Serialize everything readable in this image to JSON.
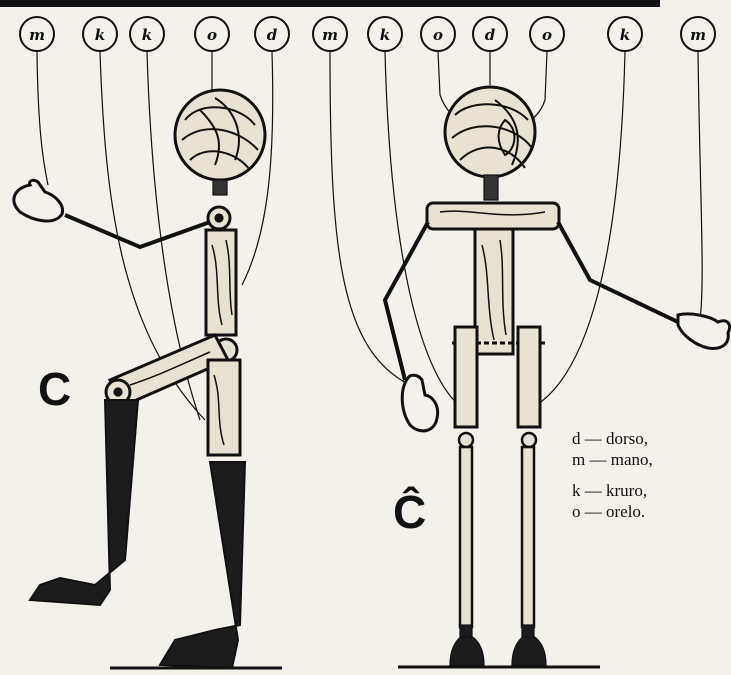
{
  "string_labels_left": [
    "m",
    "k",
    "k",
    "o",
    "d"
  ],
  "string_labels_right": [
    "m",
    "k",
    "o",
    "d",
    "o",
    "k",
    "m"
  ],
  "figure_left_letter": "C",
  "figure_right_letter": "Ĉ",
  "legend": [
    {
      "text": "d — dorso,"
    },
    {
      "text": "m — mano,"
    },
    {
      "text": "k — kruro,"
    },
    {
      "text": "o — orelo."
    }
  ],
  "colors": {
    "ink": "#111111",
    "paper": "#f4f1ea",
    "wood": "#e8dcc6",
    "dark": "#1a1a1a"
  }
}
